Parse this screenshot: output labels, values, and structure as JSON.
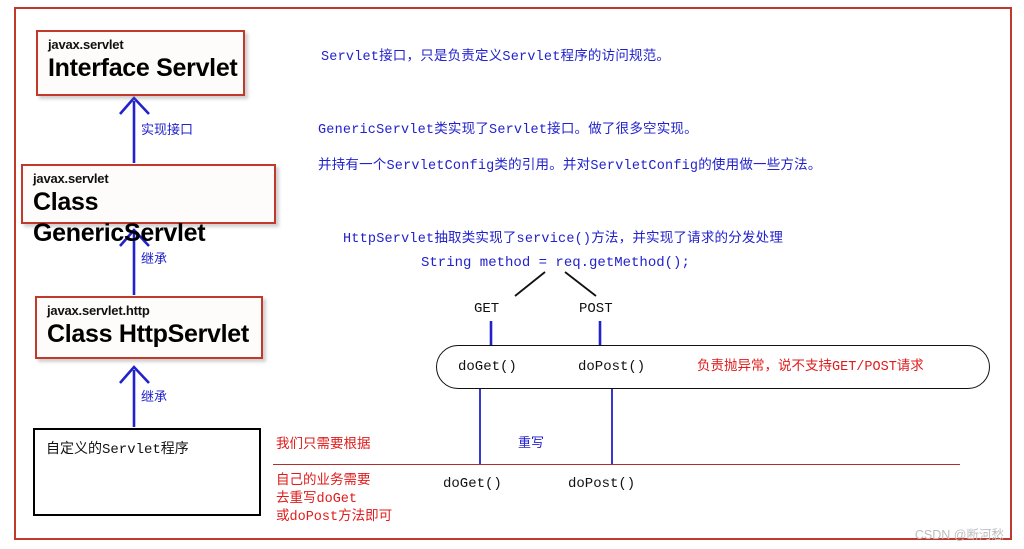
{
  "diagram": {
    "title": "Servlet inheritance hierarchy",
    "colors": {
      "frame": "#c0392b",
      "box_border": "#c0392b",
      "arrow_blue": "#2222cc",
      "note_blue": "#2222cc",
      "note_red": "#e01b1b",
      "rule_red": "#b03030",
      "black": "#000000"
    },
    "boxes": [
      {
        "package": "javax.servlet",
        "name": "Interface Servlet"
      },
      {
        "package": "javax.servlet",
        "name": "Class GenericServlet"
      },
      {
        "package": "javax.servlet.http",
        "name": "Class HttpServlet"
      }
    ],
    "custom_box": {
      "label": "自定义的Servlet程序"
    },
    "arrow_labels": {
      "implements": "实现接口",
      "extends_1": "继承",
      "extends_2": "继承"
    }
  },
  "notes": {
    "servlet_interface": "Servlet接口，只是负责定义Servlet程序的访问规范。",
    "generic_line1": "GenericServlet类实现了Servlet接口。做了很多空实现。",
    "generic_line2": "并持有一个ServletConfig类的引用。并对ServletConfig的使用做一些方法。",
    "http_line1": "HttpServlet抽取类实现了service()方法，并实现了请求的分发处理",
    "code_line": "String method = req.getMethod();",
    "branch_get": "GET",
    "branch_post": "POST",
    "method_get": "doGet()",
    "method_post": "doPost()",
    "throw_note": "负责抛异常，说不支持GET/POST请求",
    "override_label": "重写",
    "override_get": "doGet()",
    "override_post": "doPost()"
  },
  "red_annotation": {
    "line1": "我们只需要根据",
    "line2": "自己的业务需要",
    "line3": "去重写doGet",
    "line4": "或doPost方法即可"
  },
  "watermark": {
    "text": "CSDN @断河愁"
  }
}
